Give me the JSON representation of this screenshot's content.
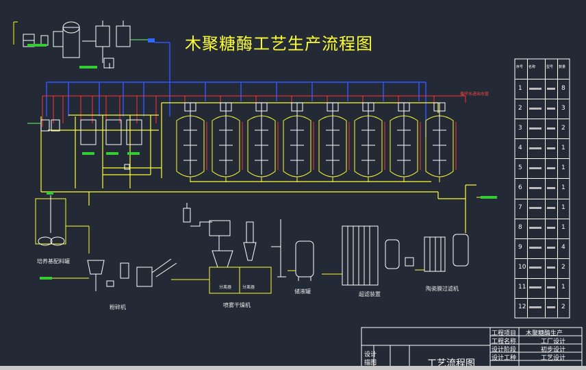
{
  "title": "木聚糖酶工艺生产流程图",
  "equipment_labels": {
    "mixing_tank": "培养基配料罐",
    "mill": "粉碎机",
    "spray_dryer": "喷雾干燥机",
    "cyclone_a": "分离器",
    "cyclone_b": "分离器",
    "storage_tank": "储液罐",
    "ultrafilter": "超滤装置",
    "filter_system": "陶瓷膜过滤机",
    "pipe_note": "循环水进出水管"
  },
  "parts_table": {
    "headers": [
      "序号",
      "名称",
      "型号",
      "数量"
    ],
    "rows": [
      {
        "no": "1",
        "qty": "8"
      },
      {
        "no": "2",
        "qty": "3"
      },
      {
        "no": "3",
        "qty": "2"
      },
      {
        "no": "4",
        "qty": "1"
      },
      {
        "no": "5",
        "qty": "1"
      },
      {
        "no": "6",
        "qty": "1"
      },
      {
        "no": "7",
        "qty": "1"
      },
      {
        "no": "8",
        "qty": "1"
      },
      {
        "no": "9",
        "qty": "4"
      },
      {
        "no": "10",
        "qty": "2"
      },
      {
        "no": "11",
        "qty": "1"
      },
      {
        "no": "12",
        "qty": "2"
      }
    ]
  },
  "title_block": {
    "project_label": "工程项目",
    "project_value": "木聚糖酶生产",
    "name_label": "工程名称",
    "name_value": "工厂设计",
    "stage_label": "设计阶段",
    "stage_value": "初步设计",
    "type_label": "设计工种",
    "type_value": "工艺设计",
    "design_label": "设计",
    "draw_label": "描图",
    "drawing_title": "工艺流程图"
  }
}
